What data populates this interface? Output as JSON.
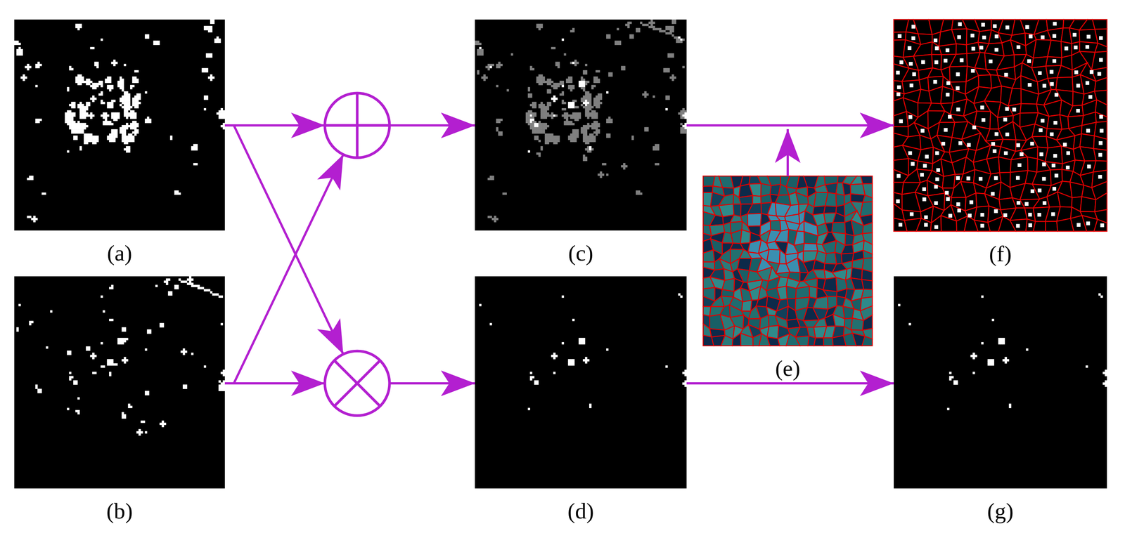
{
  "diagram": {
    "nodes": [
      {
        "text": [
          "(a)"
        ]
      },
      {
        "text": [
          "(b)"
        ]
      },
      {
        "text": [
          "(c)"
        ]
      },
      {
        "text": [
          "(d)"
        ]
      },
      {
        "text": [
          "(e)"
        ]
      },
      {
        "text": [
          "(f)"
        ]
      },
      {
        "text": [
          "(g)"
        ]
      }
    ],
    "edges": [
      {
        "from": 0,
        "to": 2,
        "arrow": "to"
      },
      {
        "from": 1,
        "to": 2,
        "arrow": "to"
      },
      {
        "from": 0,
        "to": 3,
        "arrow": "to"
      },
      {
        "from": 1,
        "to": 3,
        "arrow": "to"
      },
      {
        "from": 2,
        "to": 5,
        "arrow": "to"
      },
      {
        "from": 4,
        "to": 5,
        "arrow": "to"
      },
      {
        "from": 3,
        "to": 6,
        "arrow": "to"
      }
    ]
  }
}
